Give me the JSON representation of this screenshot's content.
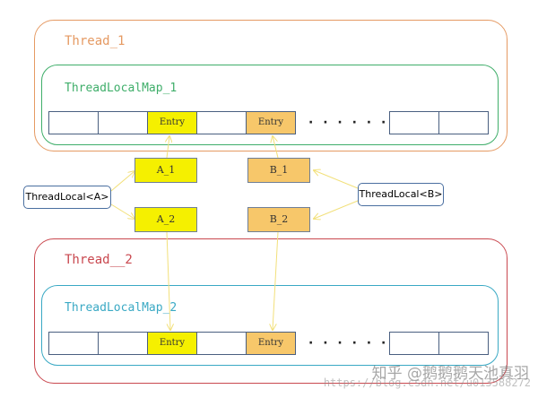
{
  "thread1": {
    "title": "Thread_1",
    "map_title": "ThreadLocalMap_1"
  },
  "thread2": {
    "title": "Thread__2",
    "map_title": "ThreadLocalMap_2"
  },
  "entry_label": "Entry",
  "ellipsis": "· · · · · ·",
  "variables": {
    "a1": "A_1",
    "a2": "A_2",
    "b1": "B_1",
    "b2": "B_2"
  },
  "threadlocal_a": "ThreadLocal<A>",
  "threadlocal_b": "ThreadLocal<B>",
  "watermark": "知乎 @鹅鹅鹅天池真羽",
  "watermark_url": "https://blog.csdn.net/u013588272",
  "colors": {
    "thread1": "#e59a63",
    "map1": "#3fae6a",
    "thread2": "#c9484f",
    "map2": "#3aa9c4",
    "entry_a": "#f5f000",
    "entry_b": "#f7c76a",
    "arrow": "#f2e07a"
  }
}
